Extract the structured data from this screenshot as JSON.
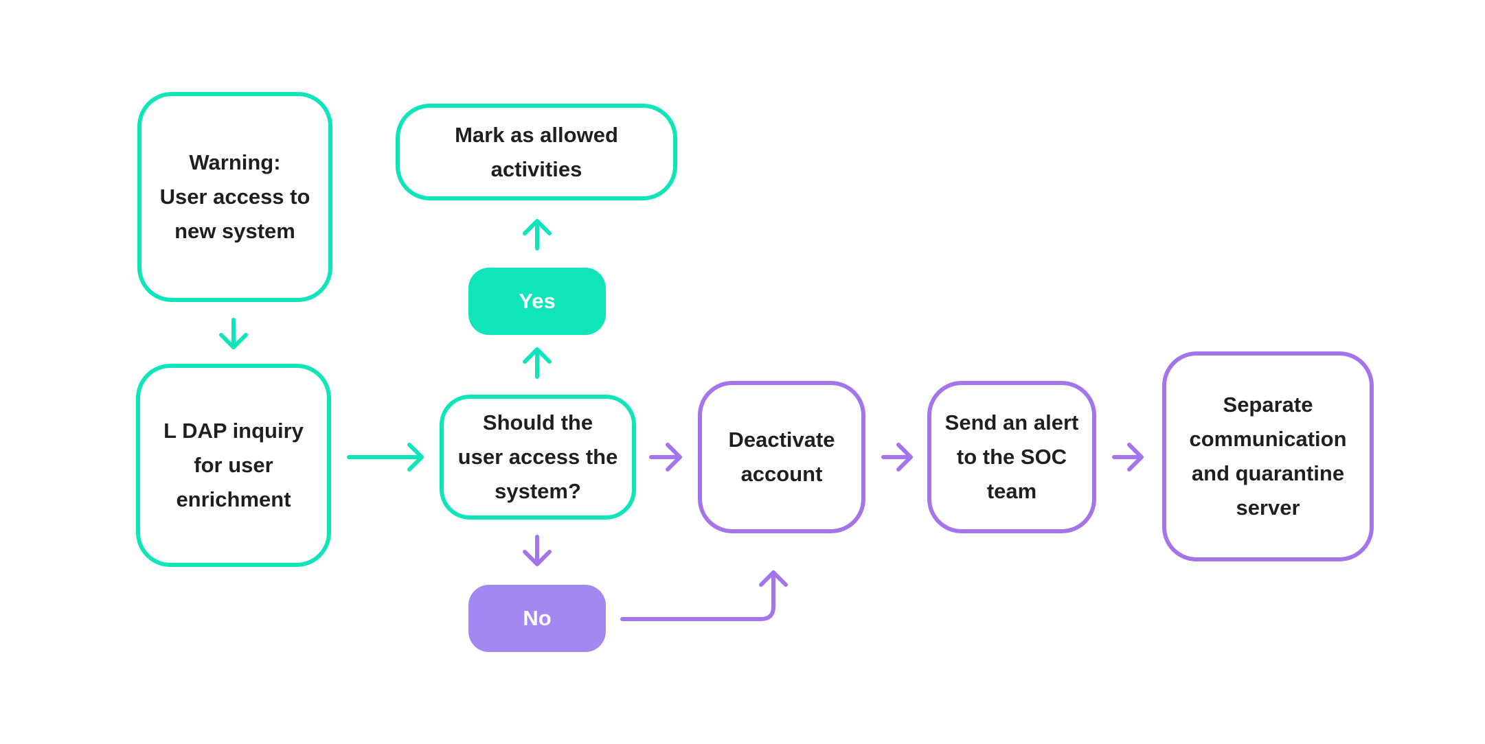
{
  "colors": {
    "green": "#0fe5b9",
    "purple": "#a474ea",
    "purple_pill": "#a488f2",
    "text": "#1f1f1f",
    "background": "#ffffff"
  },
  "nodes": {
    "warning": {
      "line1": "Warning:",
      "line2": "User access to",
      "line3": "new system"
    },
    "ldap": {
      "line1": "L DAP inquiry",
      "line2": "for user",
      "line3": "enrichment"
    },
    "decision": {
      "line1": "Should the",
      "line2": "user access the",
      "line3": "system?"
    },
    "allowed": {
      "line1": "Mark as allowed",
      "line2": "activities"
    },
    "deactivate": {
      "line1": "Deactivate",
      "line2": "account"
    },
    "alert": {
      "line1": "Send an alert",
      "line2": "to the SOC",
      "line3": "team"
    },
    "separate": {
      "line1": "Separate",
      "line2": "communication",
      "line3": "and quarantine",
      "line4": "server"
    }
  },
  "branches": {
    "yes": "Yes",
    "no": "No"
  },
  "edges": [
    {
      "from": "warning",
      "to": "ldap"
    },
    {
      "from": "ldap",
      "to": "decision"
    },
    {
      "from": "decision",
      "to": "yes"
    },
    {
      "from": "yes",
      "to": "allowed"
    },
    {
      "from": "decision",
      "to": "no"
    },
    {
      "from": "no",
      "to": "deactivate"
    },
    {
      "from": "decision",
      "to": "deactivate"
    },
    {
      "from": "deactivate",
      "to": "alert"
    },
    {
      "from": "alert",
      "to": "separate"
    }
  ]
}
